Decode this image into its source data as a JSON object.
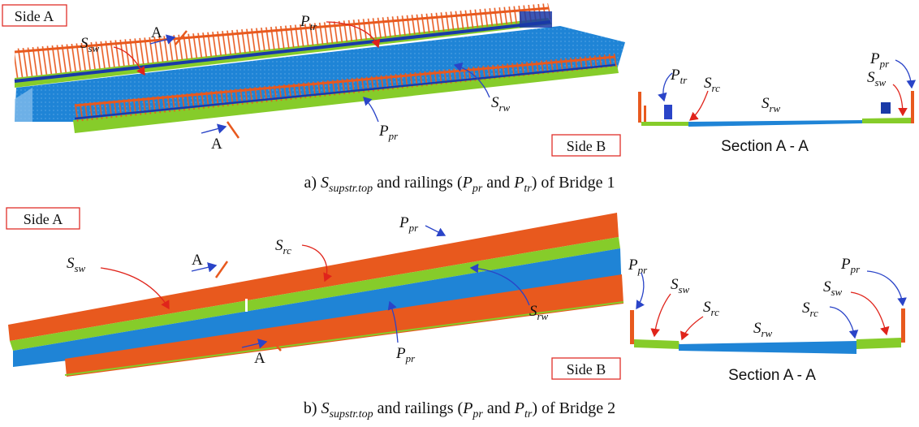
{
  "colors": {
    "railing": "#e8591e",
    "sidewalk": "#86cc2a",
    "roadway": "#1f84d6",
    "dark_blue": "#1a3aa8",
    "arrow_red": "#e0241b",
    "arrow_blue": "#2a44c8",
    "box_border": "#e0302a"
  },
  "panel_a": {
    "side_a": "Side A",
    "side_b": "Side B",
    "section_mark": "A",
    "section_title": "Section A - A",
    "caption": {
      "prefix": "a) ",
      "s": "S",
      "s_sub": "supstr.top",
      "mid": " and railings (",
      "p1": "P",
      "p1_sub": "pr",
      "and": " and ",
      "p2": "P",
      "p2_sub": "tr",
      "suffix": ") of Bridge 1"
    },
    "labels": {
      "ssw": {
        "main": "S",
        "sub": "sw"
      },
      "ptr": {
        "main": "P",
        "sub": "tr"
      },
      "srw": {
        "main": "S",
        "sub": "rw"
      },
      "ppr": {
        "main": "P",
        "sub": "pr"
      },
      "sec_ptr": {
        "main": "P",
        "sub": "tr"
      },
      "sec_src": {
        "main": "S",
        "sub": "rc"
      },
      "sec_srw": {
        "main": "S",
        "sub": "rw"
      },
      "sec_ppr": {
        "main": "P",
        "sub": "pr"
      },
      "sec_ssw": {
        "main": "S",
        "sub": "sw"
      }
    }
  },
  "panel_b": {
    "side_a": "Side A",
    "side_b": "Side B",
    "section_mark": "A",
    "section_title": "Section A - A",
    "caption": {
      "prefix": "b) ",
      "s": "S",
      "s_sub": "supstr.top",
      "mid": " and railings (",
      "p1": "P",
      "p1_sub": "pr",
      "and": " and ",
      "p2": "P",
      "p2_sub": "tr",
      "suffix": ") of Bridge 2"
    },
    "labels": {
      "ssw": {
        "main": "S",
        "sub": "sw"
      },
      "src": {
        "main": "S",
        "sub": "rc"
      },
      "ppr_top": {
        "main": "P",
        "sub": "pr"
      },
      "srw": {
        "main": "S",
        "sub": "rw"
      },
      "ppr_bottom": {
        "main": "P",
        "sub": "pr"
      },
      "sec_ppr_left": {
        "main": "P",
        "sub": "pr"
      },
      "sec_ssw_left": {
        "main": "S",
        "sub": "sw"
      },
      "sec_src_left": {
        "main": "S",
        "sub": "rc"
      },
      "sec_srw": {
        "main": "S",
        "sub": "rw"
      },
      "sec_src_right": {
        "main": "S",
        "sub": "rc"
      },
      "sec_ssw_right": {
        "main": "S",
        "sub": "sw"
      },
      "sec_ppr_right": {
        "main": "P",
        "sub": "pr"
      }
    }
  }
}
